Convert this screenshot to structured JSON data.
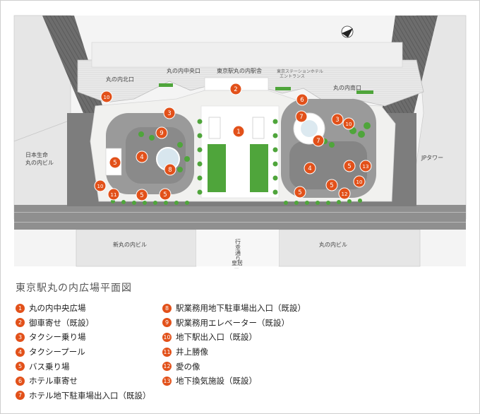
{
  "map_labels": {
    "station": "東京駅丸の内駅舎",
    "north_exit": "丸の内北口",
    "central_exit": "丸の内中央口",
    "south_exit": "丸の内南口",
    "hotel_entrance_1": "東京ステーションホテル",
    "hotel_entrance_2": "エントランス",
    "nissay_1": "日本生命",
    "nissay_2": "丸の内ビル",
    "jp_tower": "JPタワー",
    "shin_marunouchi": "新丸の内ビル",
    "marunouchi_bldg": "丸の内ビル",
    "gyoko_dori": "行幸通り",
    "kokyo": "皇居",
    "arrow_down": "▼"
  },
  "markers": [
    {
      "num": "1"
    },
    {
      "num": "2"
    },
    {
      "num": "3"
    },
    {
      "num": "3"
    },
    {
      "num": "4"
    },
    {
      "num": "4"
    },
    {
      "num": "5"
    },
    {
      "num": "5"
    },
    {
      "num": "5"
    },
    {
      "num": "5"
    },
    {
      "num": "5"
    },
    {
      "num": "5"
    },
    {
      "num": "6"
    },
    {
      "num": "7"
    },
    {
      "num": "7"
    },
    {
      "num": "8"
    },
    {
      "num": "9"
    },
    {
      "num": "10"
    },
    {
      "num": "10"
    },
    {
      "num": "10"
    },
    {
      "num": "10"
    },
    {
      "num": "11"
    },
    {
      "num": "12"
    },
    {
      "num": "13"
    }
  ],
  "legend": {
    "title": "東京駅丸の内広場平面図",
    "items": [
      {
        "num": "1",
        "label": "丸の内中央広場"
      },
      {
        "num": "2",
        "label": "御車寄せ（既設）"
      },
      {
        "num": "3",
        "label": "タクシー乗り場"
      },
      {
        "num": "4",
        "label": "タクシープール"
      },
      {
        "num": "5",
        "label": "バス乗り場"
      },
      {
        "num": "6",
        "label": "ホテル車寄せ"
      },
      {
        "num": "7",
        "label": "ホテル地下駐車場出入口（既設）"
      },
      {
        "num": "8",
        "label": "駅業務用地下駐車場出入口（既設）"
      },
      {
        "num": "9",
        "label": "駅業務用エレベーター（既設）"
      },
      {
        "num": "10",
        "label": "地下駅出入口（既設）"
      },
      {
        "num": "11",
        "label": "井上勝像"
      },
      {
        "num": "12",
        "label": "愛の像"
      },
      {
        "num": "13",
        "label": "地下換気施設（既設）"
      }
    ]
  },
  "colors": {
    "marker": "#e2511a",
    "lawn": "#4fa53b",
    "road": "#9a9a9a",
    "plaza": "#f0f0ee",
    "block": "#e3e3e3"
  },
  "icons": {
    "compass": "north-arrow-icon"
  }
}
